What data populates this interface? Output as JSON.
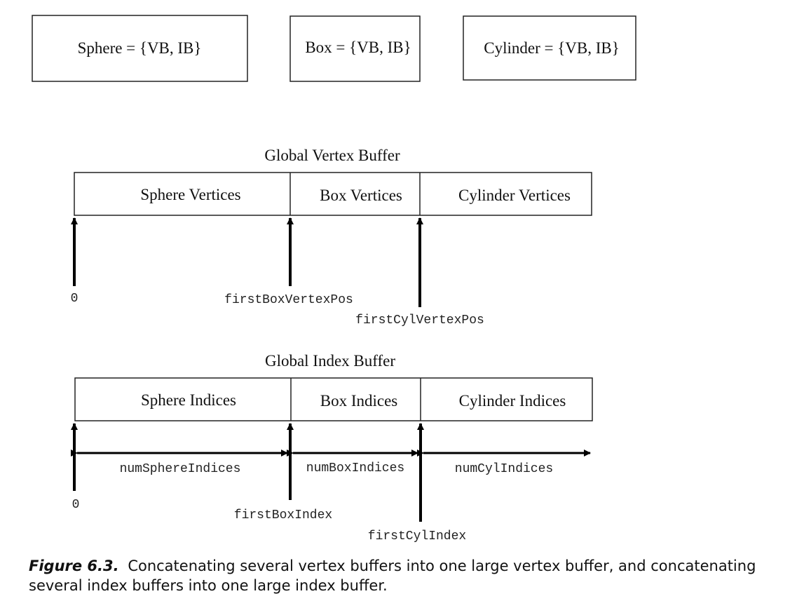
{
  "meshes": {
    "sphere": "Sphere = {VB, IB}",
    "box": "Box = {VB, IB}",
    "cylinder": "Cylinder = {VB, IB}"
  },
  "vertex_buffer": {
    "title": "Global Vertex Buffer",
    "segments": [
      "Sphere Vertices",
      "Box Vertices",
      "Cylinder Vertices"
    ],
    "markers": [
      "0",
      "firstBoxVertexPos",
      "firstCylVertexPos"
    ]
  },
  "index_buffer": {
    "title": "Global Index Buffer",
    "segments": [
      "Sphere Indices",
      "Box Indices",
      "Cylinder Indices"
    ],
    "counts": [
      "numSphereIndices",
      "numBoxIndices",
      "numCylIndices"
    ],
    "markers": [
      "0",
      "firstBoxIndex",
      "firstCylIndex"
    ]
  },
  "caption": {
    "label": "Figure 6.3.",
    "text": "Concatenating several vertex buffers into one large vertex buffer, and concatenating several index buffers into one large index buffer."
  }
}
